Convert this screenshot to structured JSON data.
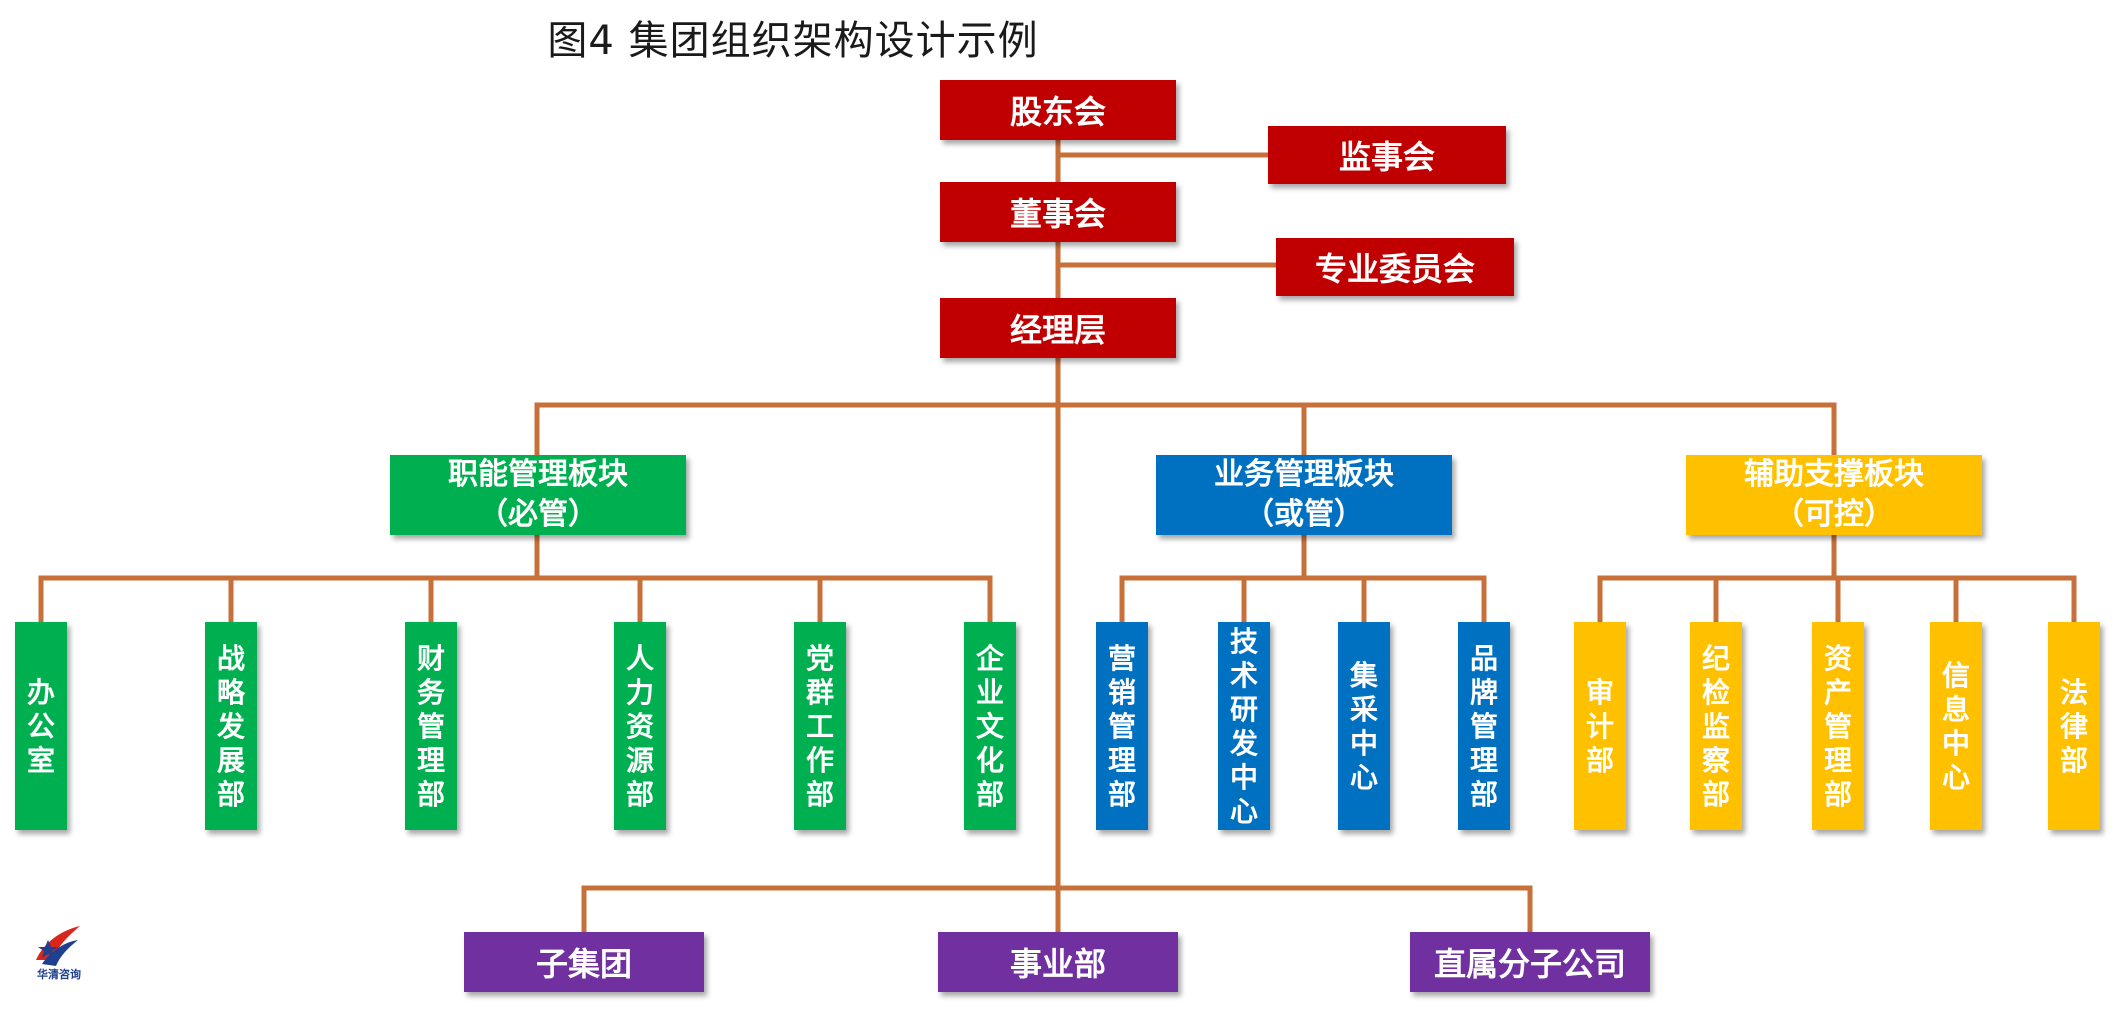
{
  "title": "图4  集团组织架构设计示例",
  "governance": {
    "shareholders": "股东会",
    "supervisors": "监事会",
    "board": "董事会",
    "committees": "专业委员会",
    "management": "经理层"
  },
  "sections": [
    {
      "label": "职能管理板块",
      "sub": "（必管）",
      "color": "#00b050",
      "departments": [
        "办公室",
        "战略发展部",
        "财务管理部",
        "人力资源部",
        "党群工作部",
        "企业文化部"
      ]
    },
    {
      "label": "业务管理板块",
      "sub": "（或管）",
      "color": "#0070c0",
      "departments": [
        "营销管理部",
        "技术研发中心",
        "集采中心",
        "品牌管理部"
      ]
    },
    {
      "label": "辅助支撑板块",
      "sub": "（可控）",
      "color": "#ffc000",
      "departments": [
        "审计部",
        "纪检监察部",
        "资产管理部",
        "信息中心",
        "法律部"
      ]
    }
  ],
  "units": [
    "子集团",
    "事业部",
    "直属分子公司"
  ],
  "logo": {
    "text": "华清咨询",
    "icon": "company-logo-icon"
  },
  "colors": {
    "line": "#c8703a",
    "governance": "#c00000",
    "units": "#7030a0"
  }
}
